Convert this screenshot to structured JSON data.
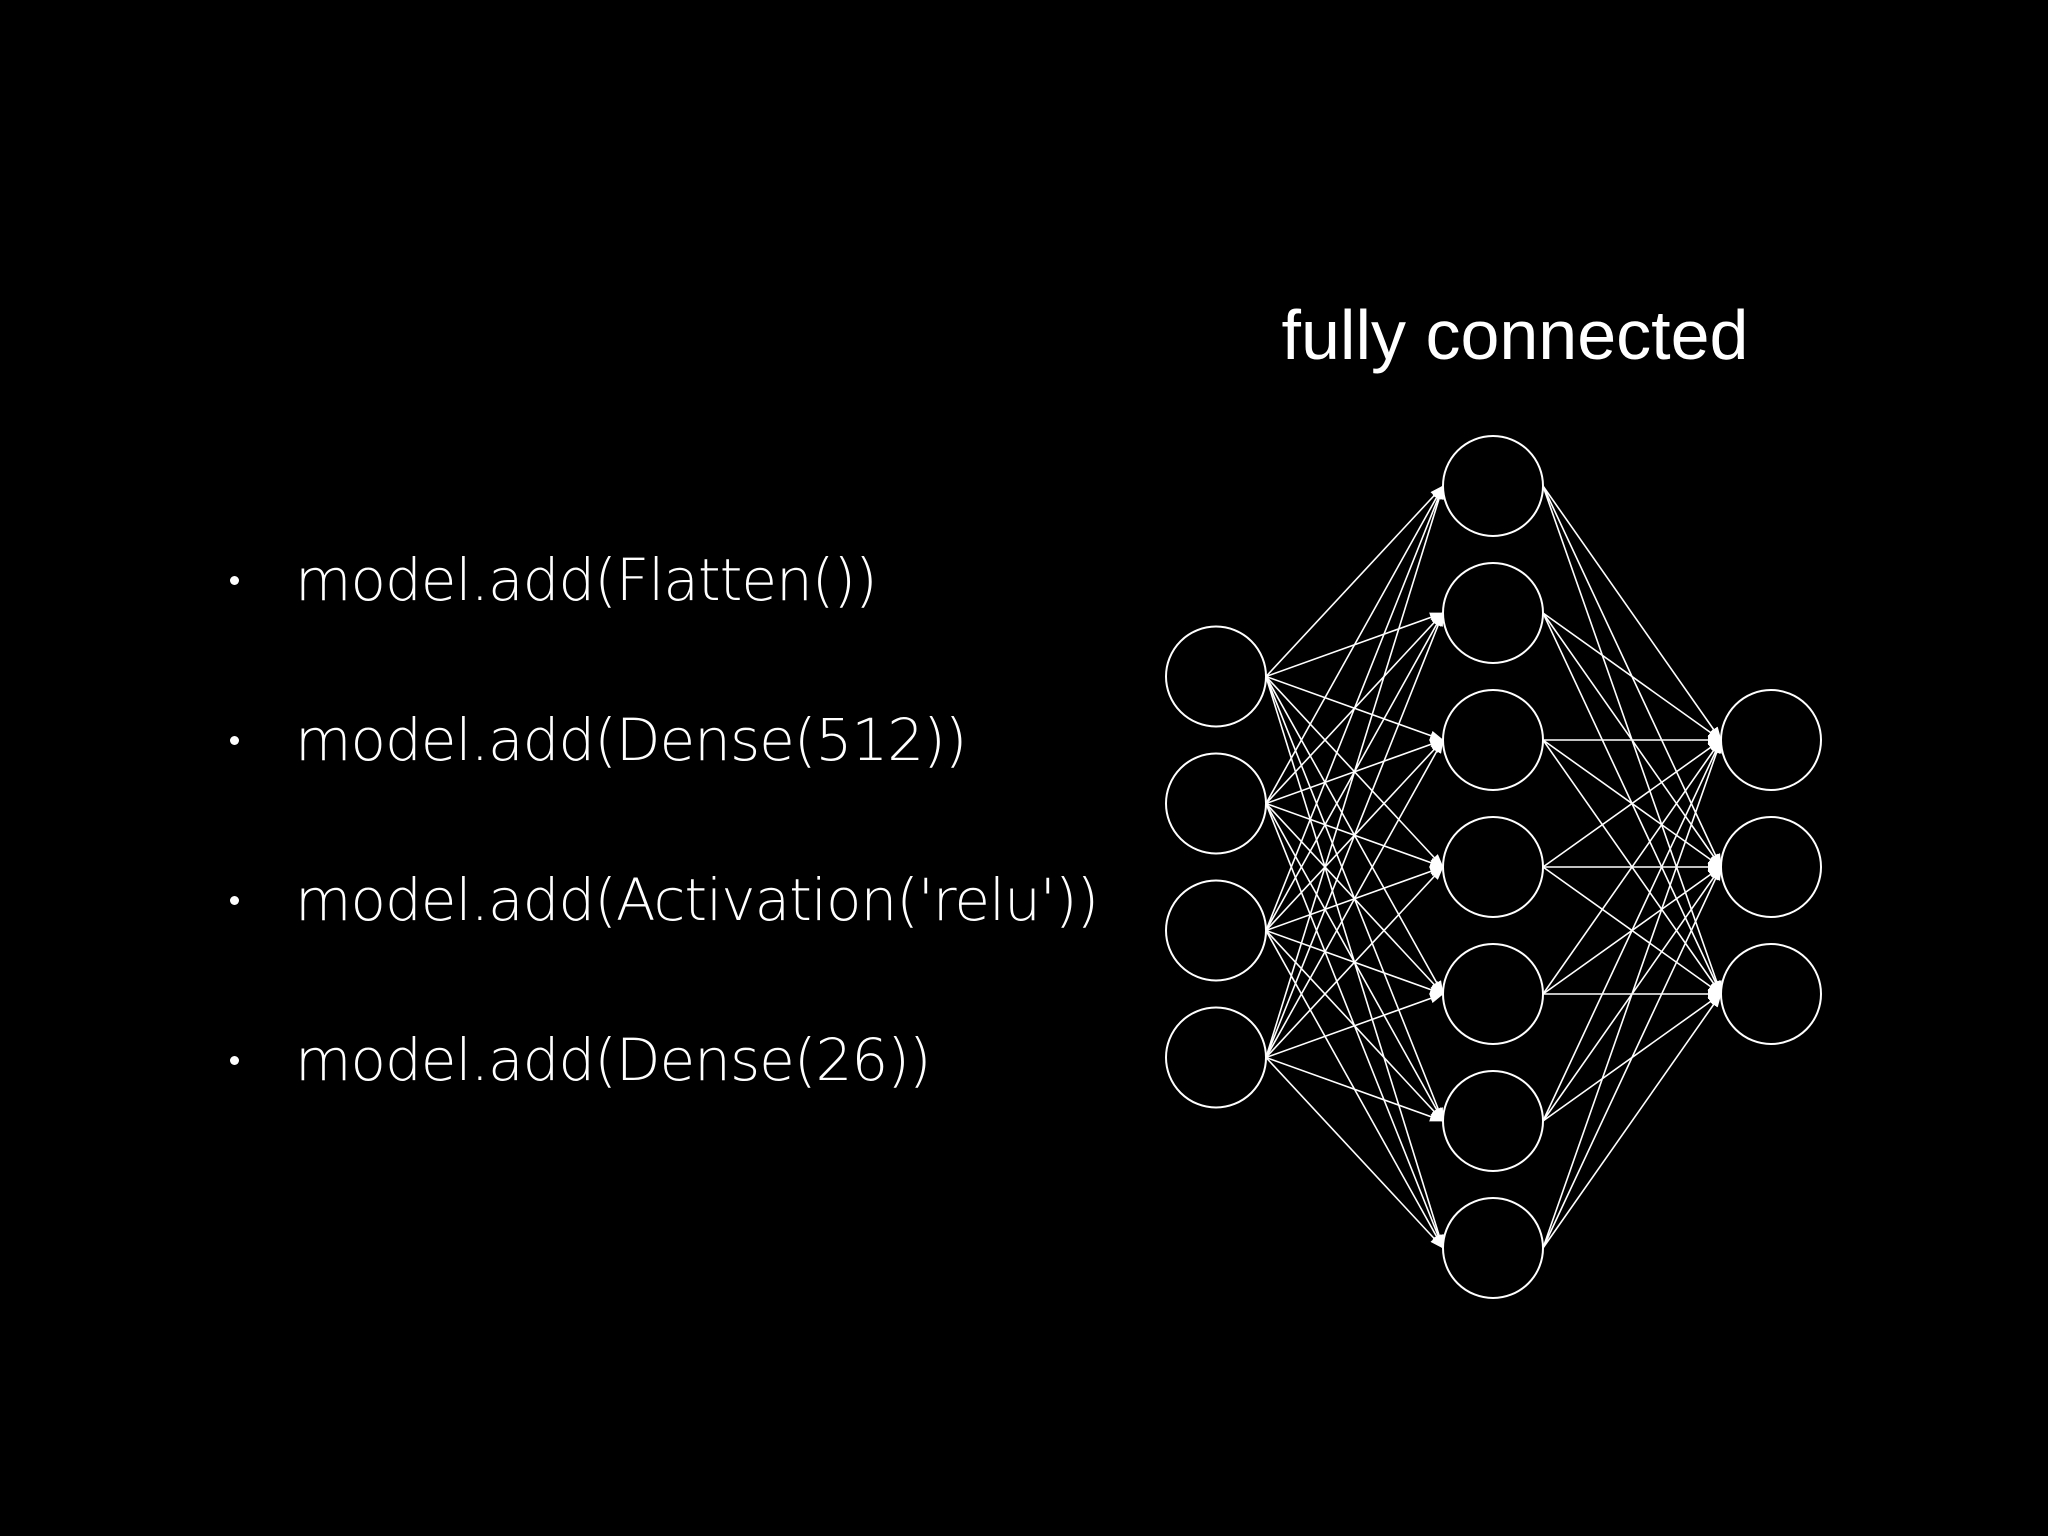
{
  "slide": {
    "bullets": [
      "model.add(Flatten())",
      "model.add(Dense(512))",
      "model.add(Activation('relu'))",
      "model.add(Dense(26))"
    ],
    "diagram": {
      "title": "fully connected",
      "layers": [
        4,
        7,
        3
      ],
      "stroke_color": "#ffffff",
      "background_color": "#000000"
    }
  }
}
